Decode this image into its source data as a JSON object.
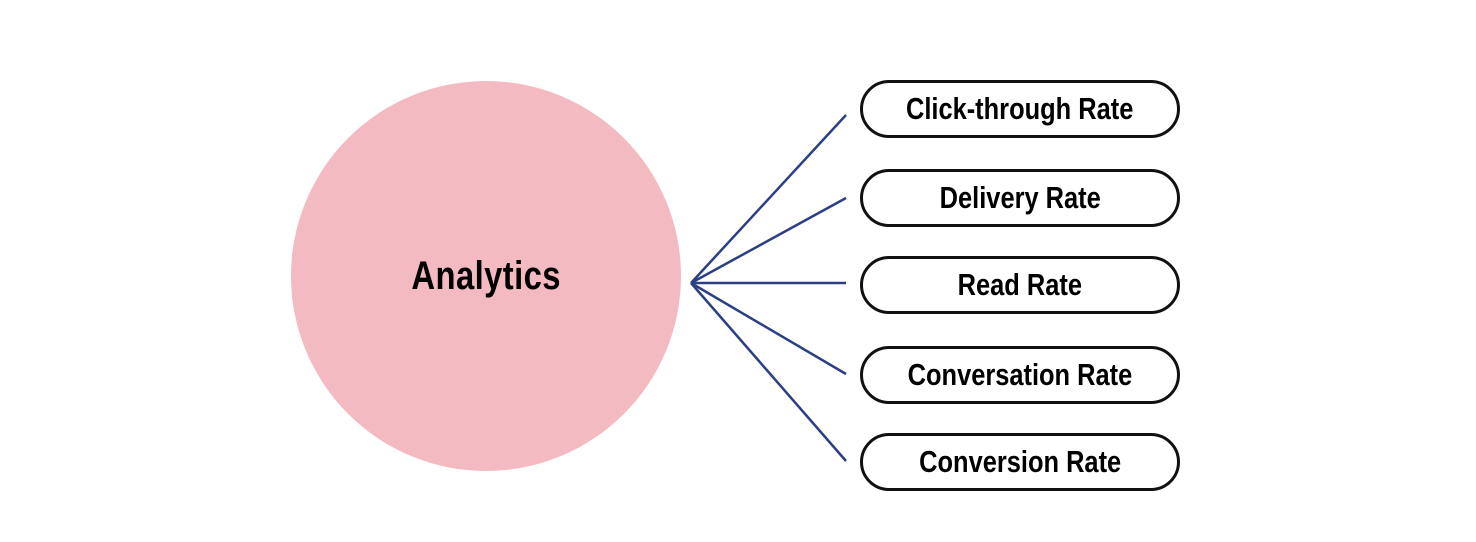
{
  "diagram": {
    "hub": {
      "label": "Analytics",
      "fill_color": "#f3bac1"
    },
    "connector_color": "#2b3f86",
    "nodes": [
      {
        "label": "Click-through Rate"
      },
      {
        "label": "Delivery Rate"
      },
      {
        "label": "Read Rate"
      },
      {
        "label": "Conversation Rate"
      },
      {
        "label": "Conversion Rate"
      }
    ]
  }
}
